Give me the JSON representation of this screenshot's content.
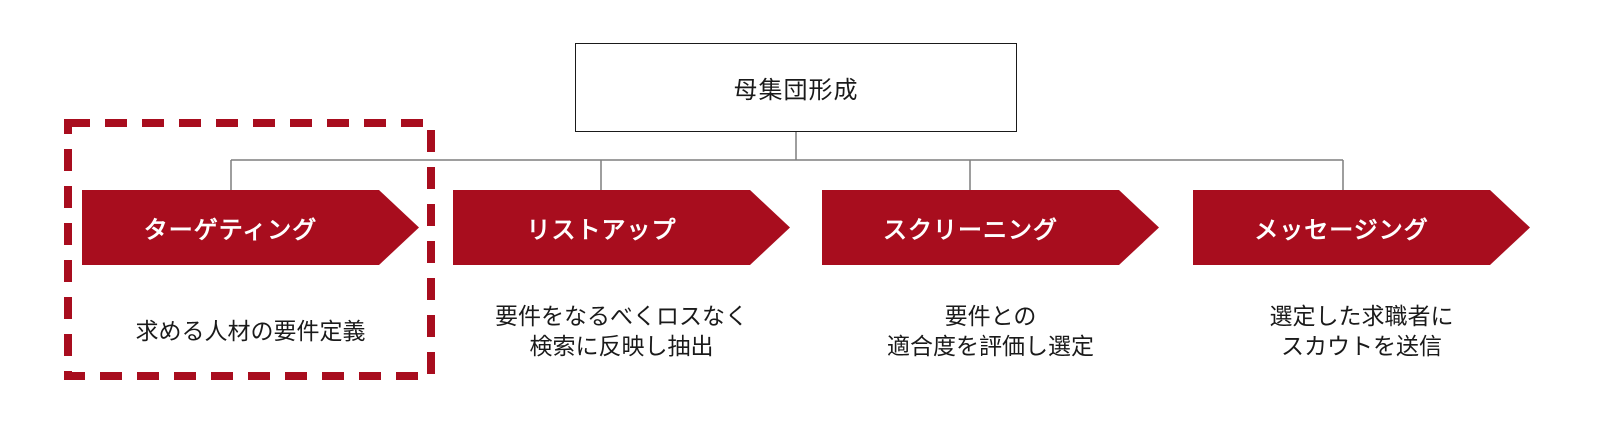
{
  "diagram": {
    "root_node": {
      "label": "母集団形成"
    },
    "steps": [
      {
        "label": "ターゲティング",
        "desc_lines": [
          "求める人材の要件定義"
        ],
        "highlighted": true
      },
      {
        "label": "リストアップ",
        "desc_lines": [
          "要件をなるべくロスなく",
          "検索に反映し抽出"
        ],
        "highlighted": false
      },
      {
        "label": "スクリーニング",
        "desc_lines": [
          "要件との",
          "適合度を評価し選定"
        ],
        "highlighted": false
      },
      {
        "label": "メッセージング",
        "desc_lines": [
          "選定した求職者に",
          "スカウトを送信"
        ],
        "highlighted": false
      }
    ],
    "colors": {
      "accent_red": "#a80d1e",
      "connector_gray": "#7f7f7f",
      "text_dark": "#1a1a1a",
      "background": "#ffffff"
    }
  }
}
